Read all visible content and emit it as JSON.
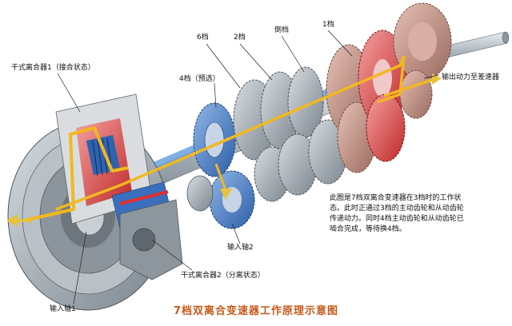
{
  "labels": {
    "gear6": "6档",
    "gear2": "2档",
    "reverse": "倒档",
    "gear1": "1档",
    "gear4_preselect": "4档（预选）",
    "clutch1": "干式离合器1（接合状态）",
    "clutch2": "干式离合器2（分离状态）",
    "input_shaft1": "输入轴1",
    "input_shaft2": "输入轴2",
    "output": "输出动力至差速器"
  },
  "description": [
    "此图是7档双离合变速器在3档时的工作状",
    "态。此时正通过3档的主动齿轮和从动齿轮",
    "传递动力。同时4档主动齿轮和从动齿轮已",
    "啮合完成，等待换4档。"
  ],
  "caption": "7档双离合变速器工作原理示意图",
  "colors": {
    "power_path": "#f2b81e",
    "power_arrow": "#e8c23a",
    "active_gear": "#e03030",
    "preselect_gear": "#3a78c8",
    "steel": "#9aa4ae",
    "caption": "#c8581a"
  }
}
